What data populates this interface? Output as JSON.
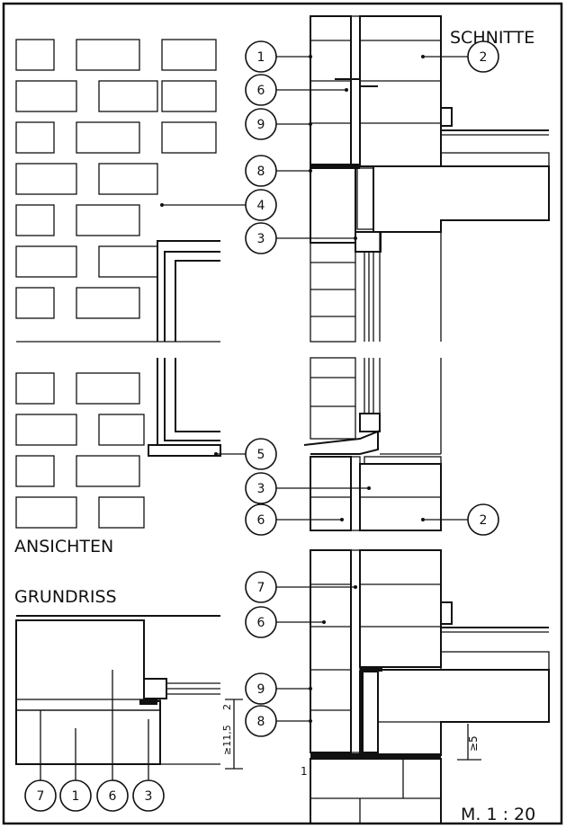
{
  "titles": {
    "sections": "SCHNITTE",
    "elevations": "ANSICHTEN",
    "plan": "GRUNDRISS",
    "scale": "M. 1 : 20"
  },
  "dimensions": {
    "plan_height": "≥11,5",
    "plan_joint": "2",
    "bearing": "≥5",
    "joint": "1"
  },
  "callouts": [
    "1",
    "2",
    "6",
    "9",
    "8",
    "4",
    "3",
    "5",
    "3",
    "6",
    "2",
    "7",
    "6",
    "9",
    "8",
    "7",
    "1",
    "6",
    "3"
  ],
  "colors": {
    "ink": "#111111",
    "paper": "#ffffff"
  }
}
